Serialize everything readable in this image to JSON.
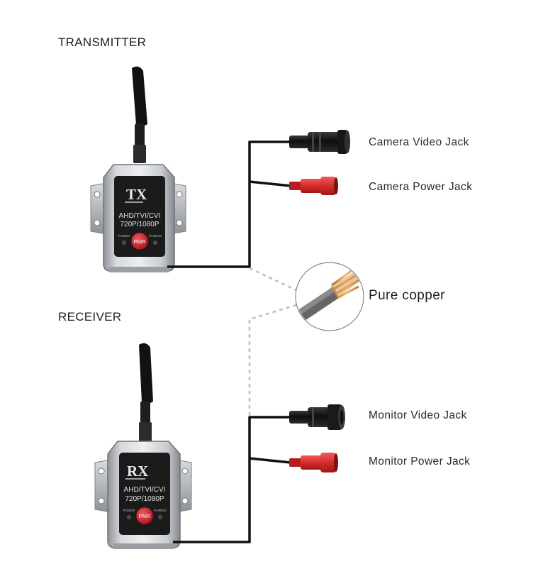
{
  "transmitter": {
    "section_title": "TRANSMITTER",
    "unit_label": "TX",
    "format_line": "AHD/TVI/CVI",
    "resolution_line": "720P/1080P",
    "power_text": "POWER",
    "pairing_text": "PAIRING",
    "pair_button": "PAIR",
    "video_jack_label": "Camera Video Jack",
    "power_jack_label": "Camera Power Jack"
  },
  "copper": {
    "label": "Pure copper"
  },
  "receiver": {
    "section_title": "RECEIVER",
    "unit_label": "RX",
    "format_line": "AHD/TVI/CVI",
    "resolution_line": "720P/1080P",
    "power_text": "POWER",
    "pairing_text": "PAIRING",
    "pair_button": "PAIR",
    "video_jack_label": "Monitor Video Jack",
    "power_jack_label": "Monitor Power Jack"
  },
  "colors": {
    "device_body": "#b9bcc0",
    "device_face": "#1b1b1b",
    "pair_button": "#c8232c",
    "antenna": "#111111",
    "cable": "#111111",
    "power_plug": "#d62b2b",
    "copper": "#c98a3a",
    "dotted_line": "#bdbdbd"
  }
}
